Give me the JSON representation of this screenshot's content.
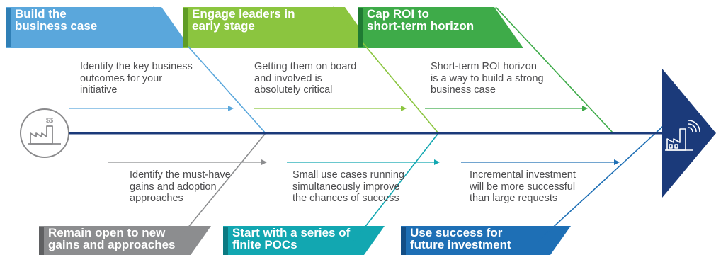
{
  "colors": {
    "spine": "#1b3a7a",
    "head": "#1b3a7a",
    "blue": "#5aa7dc",
    "blue_accent": "#2f7fb6",
    "green": "#8bc53f",
    "green_accent": "#5f9c26",
    "dark_green": "#3eab49",
    "dark_green_accent": "#1f7a33",
    "gray": "#8c8d8f",
    "gray_accent": "#5f6062",
    "teal": "#12a7b1",
    "teal_accent": "#0b7a82",
    "dark_blue": "#1e6fb5",
    "dark_blue_accent": "#134e86",
    "icon": "#8a8a8c"
  },
  "icons": {
    "tail": "factory-outline-icon",
    "head": "factory-wifi-icon"
  },
  "top": [
    {
      "title": "Build the\nbusiness case",
      "description": "Identify the key business\noutcomes for your\ninitiative"
    },
    {
      "title": "Engage leaders in\nearly stage",
      "description": "Getting them on board\nand involved is\nabsolutely critical"
    },
    {
      "title": "Cap ROI to\nshort-term horizon",
      "description": "Short-term ROI horizon\nis a way to build a strong\nbusiness case"
    }
  ],
  "bottom": [
    {
      "title": "Remain open to new\ngains and approaches",
      "description": "Identify the must-have\ngains and adoption\napproaches"
    },
    {
      "title": "Start with a series of\nfinite POCs",
      "description": "Small use cases running\nsimultaneously improve\nthe chances of success"
    },
    {
      "title": "Use success for\nfuture investment",
      "description": "Incremental investment\nwill be more successful\nthan large requests"
    }
  ]
}
